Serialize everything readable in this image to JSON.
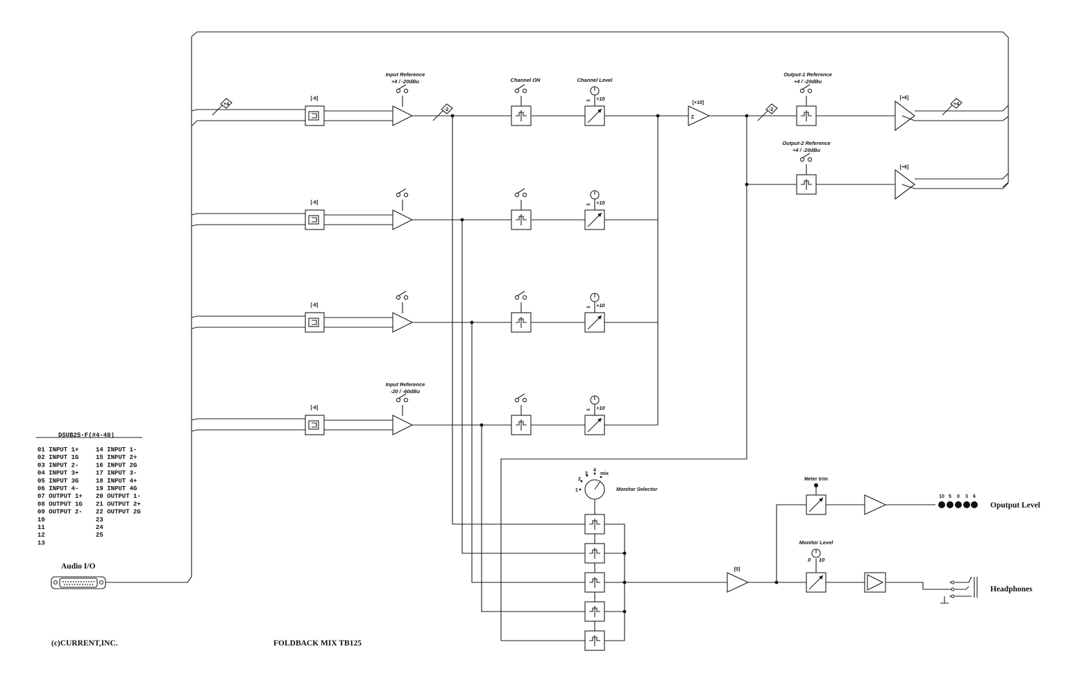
{
  "diagram": {
    "title": "FOLDBACK MIX TB125",
    "copyright": "(c)CURRENT,INC.",
    "connector": {
      "label": "Audio I/O",
      "part": "DSUB25-F(#4-40)",
      "pins_left": [
        "01 INPUT 1+",
        "02 INPUT 1G",
        "03 INPUT 2-",
        "04 INPUT 3+",
        "05 INPUT 3G",
        "06 INPUT 4-",
        "07 OUTPUT 1+",
        "08 OUTPUT 1G",
        "09 OUTPUT 2-",
        "10",
        "11",
        "12",
        "13"
      ],
      "pins_right": [
        "14 INPUT 1-",
        "15 INPUT 2+",
        "16 INPUT 2G",
        "17 INPUT 3-",
        "18 INPUT 4+",
        "19 INPUT 4G",
        "20 OUTPUT 1-",
        "21 OUTPUT 2+",
        "22 OUTPUT 2G",
        "23",
        "24",
        "25"
      ]
    },
    "pad_label": "[-6]",
    "input_reference_1": {
      "title": "Input Reference",
      "value": "+4 / -20dBu"
    },
    "input_reference_4": {
      "title": "Input Reference",
      "value": "-20 / -60dBu"
    },
    "channel_on": "Channel ON",
    "channel_level": "Channel Level",
    "level_infinity": "∞",
    "level_max": "+10",
    "wire_marker": "+4",
    "wire_marker_neg": "-2",
    "summing_gain": "[+10]",
    "summing_symbol": "Σ",
    "output_1_reference": {
      "title": "Output-1 Reference",
      "value": "+4 / -20dBu"
    },
    "output_2_reference": {
      "title": "Output-2 Reference",
      "value": "+4 / -20dBu"
    },
    "output_gain": "[+6]",
    "monitor_selector": {
      "label": "Monitor Selector",
      "positions": [
        "1",
        "2",
        "3",
        "4",
        "mix"
      ]
    },
    "monitor_gain": "[0]",
    "meter_trim": "Meter trim",
    "monitor_level": {
      "label": "Monitor Level",
      "min": "0",
      "max": "10"
    },
    "output_level": {
      "label": "Oputput Level",
      "scale": [
        "10",
        "5",
        "0",
        "3",
        "6"
      ]
    },
    "headphones": "Headphones"
  }
}
